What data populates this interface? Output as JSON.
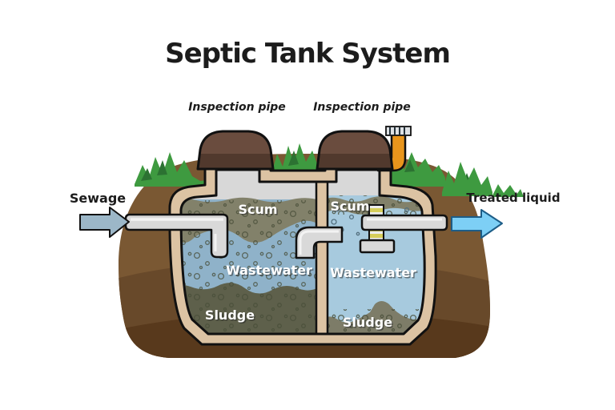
{
  "title": "Septic Tank System",
  "labels": {
    "inspection_pipe_left": "Inspection pipe",
    "inspection_pipe_right": "Inspection pipe",
    "sewage": "Sewage",
    "treated_liquid": "Treated liquid"
  },
  "tank": {
    "left_chamber": {
      "scum": "Scum",
      "wastewater": "Wastewater",
      "sludge": "Sludge"
    },
    "right_chamber": {
      "scum": "Scum",
      "wastewater": "Wastewater",
      "sludge": "Sludge"
    }
  },
  "colors": {
    "background": "#ffffff",
    "earth_light": "#7a5833",
    "earth_mid": "#68492a",
    "earth_dark": "#58391c",
    "grass": "#3e9a40",
    "grass_dark": "#2c7232",
    "tank_wall": "#dcc3a3",
    "air_space": "#d8d8d8",
    "water_left": "#8fb2c9",
    "water_right": "#a7cade",
    "scum": "#82816a",
    "sludge_left": "#5e604b",
    "sludge_right": "#7d7c68",
    "pipe_gray": "#d9d9d9",
    "pipe_highlight": "#f3f3f3",
    "cap_brown": "#6a4c3e",
    "cap_rim": "#51392d",
    "vent_orange": "#e8951c",
    "filter_yellow": "#d6ce5a",
    "filter_light": "#ececec",
    "arrow_sewage": "#9cb7c8",
    "arrow_treated": "#7dcff5",
    "arrow_treated_stroke": "#1d5d87",
    "outline": "#111111"
  }
}
